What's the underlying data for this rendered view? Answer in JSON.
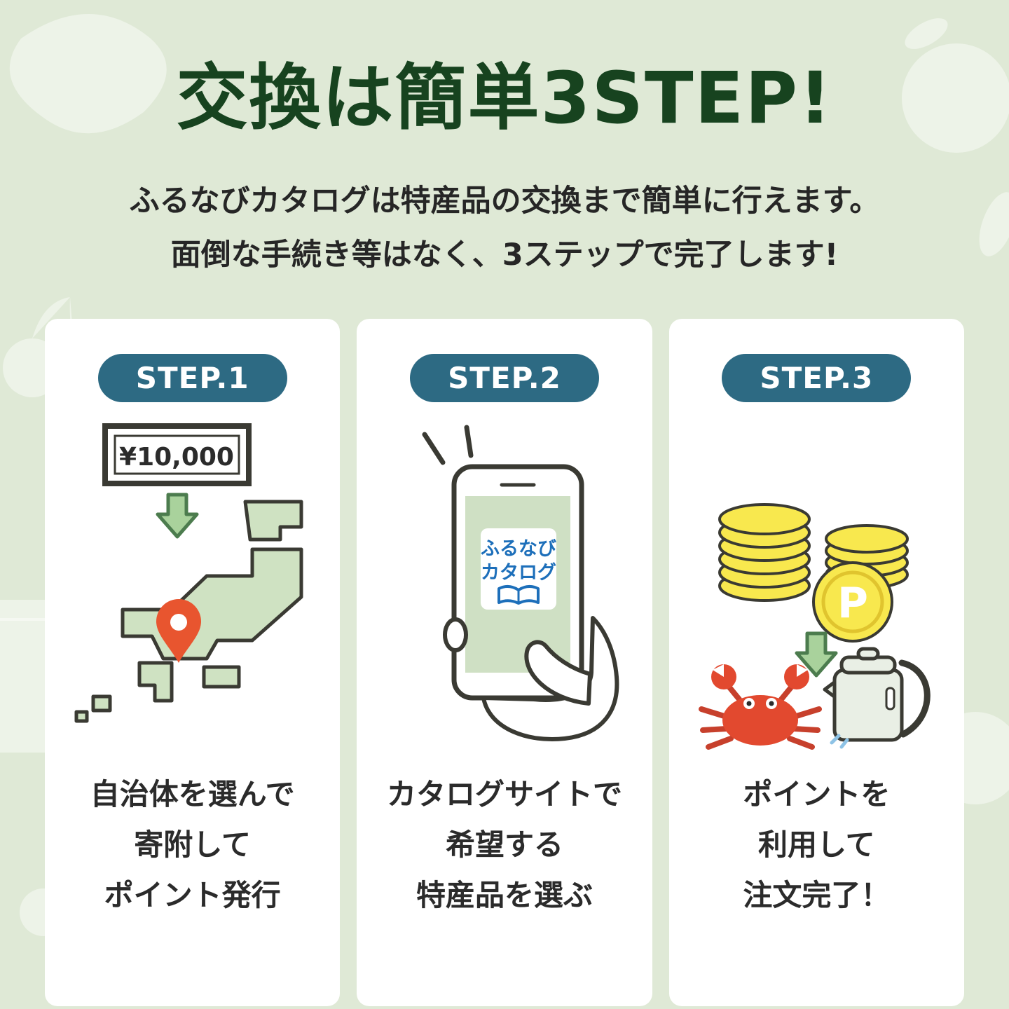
{
  "header": {
    "title": "交換は簡単3STEP!",
    "subtitle_line1": "ふるなびカタログは特産品の交換まで簡単に行えます。",
    "subtitle_line2": "面倒な手続き等はなく、3ステップで完了します!"
  },
  "steps": [
    {
      "badge": "STEP.1",
      "banknote_label": "¥10,000",
      "caption_lines": [
        "自治体を選んで",
        "寄附して",
        "ポイント発行"
      ],
      "icons": [
        "banknote-icon",
        "down-arrow-icon",
        "japan-map-icon",
        "location-pin-icon"
      ]
    },
    {
      "badge": "STEP.2",
      "logo_lines": [
        "ふるなび",
        "カタログ"
      ],
      "caption_lines": [
        "カタログサイトで",
        "希望する",
        "特産品を選ぶ"
      ],
      "icons": [
        "sparkle-icon",
        "smartphone-icon",
        "catalog-logo",
        "open-book-icon",
        "hand-icon"
      ]
    },
    {
      "badge": "STEP.3",
      "coin_label": "P",
      "caption_lines": [
        "ポイントを",
        "利用して",
        "注文完了！"
      ],
      "icons": [
        "coin-stack-icon",
        "point-coin-icon",
        "down-arrow-icon",
        "crab-icon",
        "kettle-icon"
      ]
    }
  ],
  "colors": {
    "background": "#dfe9d6",
    "title_green": "#17431f",
    "badge_teal": "#2d6a83",
    "card_white": "#ffffff",
    "pin_orange": "#e8552f",
    "coin_yellow": "#f8e84e",
    "crab_red": "#e2492f",
    "map_green": "#cfe2c2",
    "logo_blue": "#1d6fba",
    "arrow_green": "#a9d29c",
    "outline_dark": "#3a3a33"
  }
}
